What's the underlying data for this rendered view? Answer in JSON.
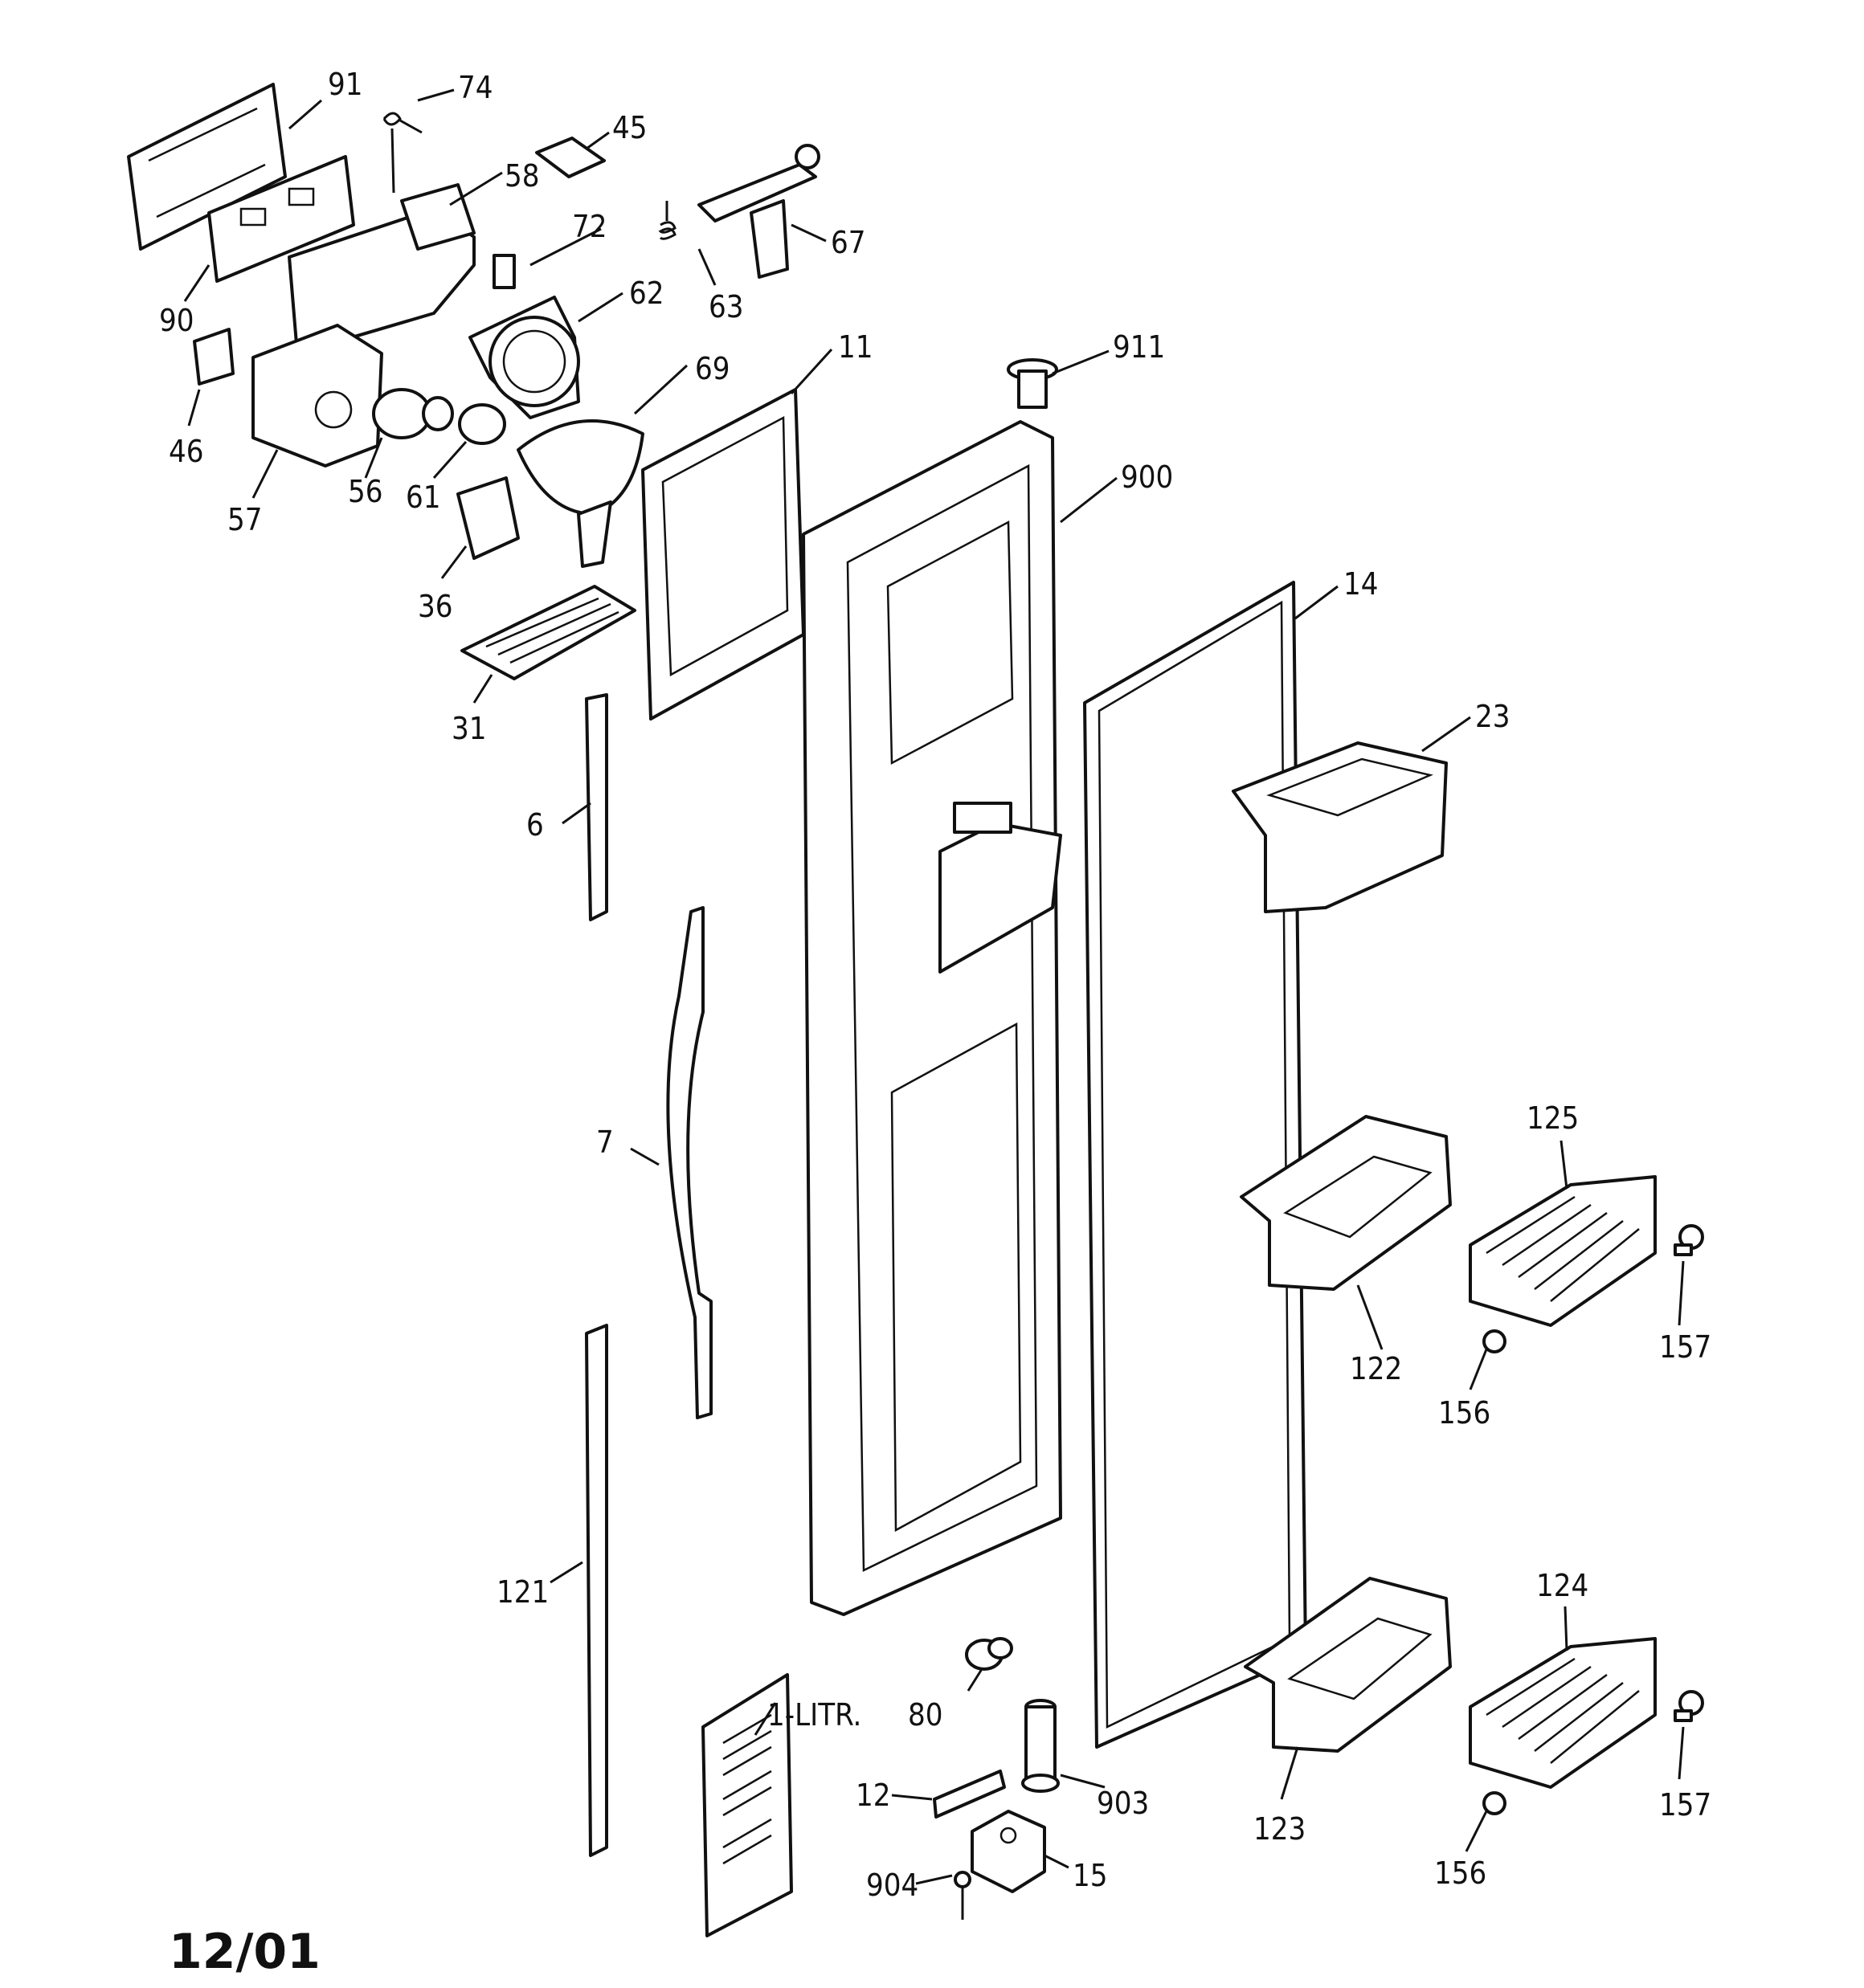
{
  "diagram": {
    "date_code": "12/01",
    "callouts": [
      "91",
      "74",
      "45",
      "58",
      "72",
      "67",
      "63",
      "62",
      "90",
      "46",
      "57",
      "56",
      "61",
      "69",
      "11",
      "911",
      "900",
      "36",
      "31",
      "14",
      "23",
      "6",
      "7",
      "125",
      "157",
      "122",
      "156",
      "121",
      "124",
      "80",
      "1-LITR.",
      "903",
      "12",
      "123",
      "904",
      "15"
    ]
  }
}
